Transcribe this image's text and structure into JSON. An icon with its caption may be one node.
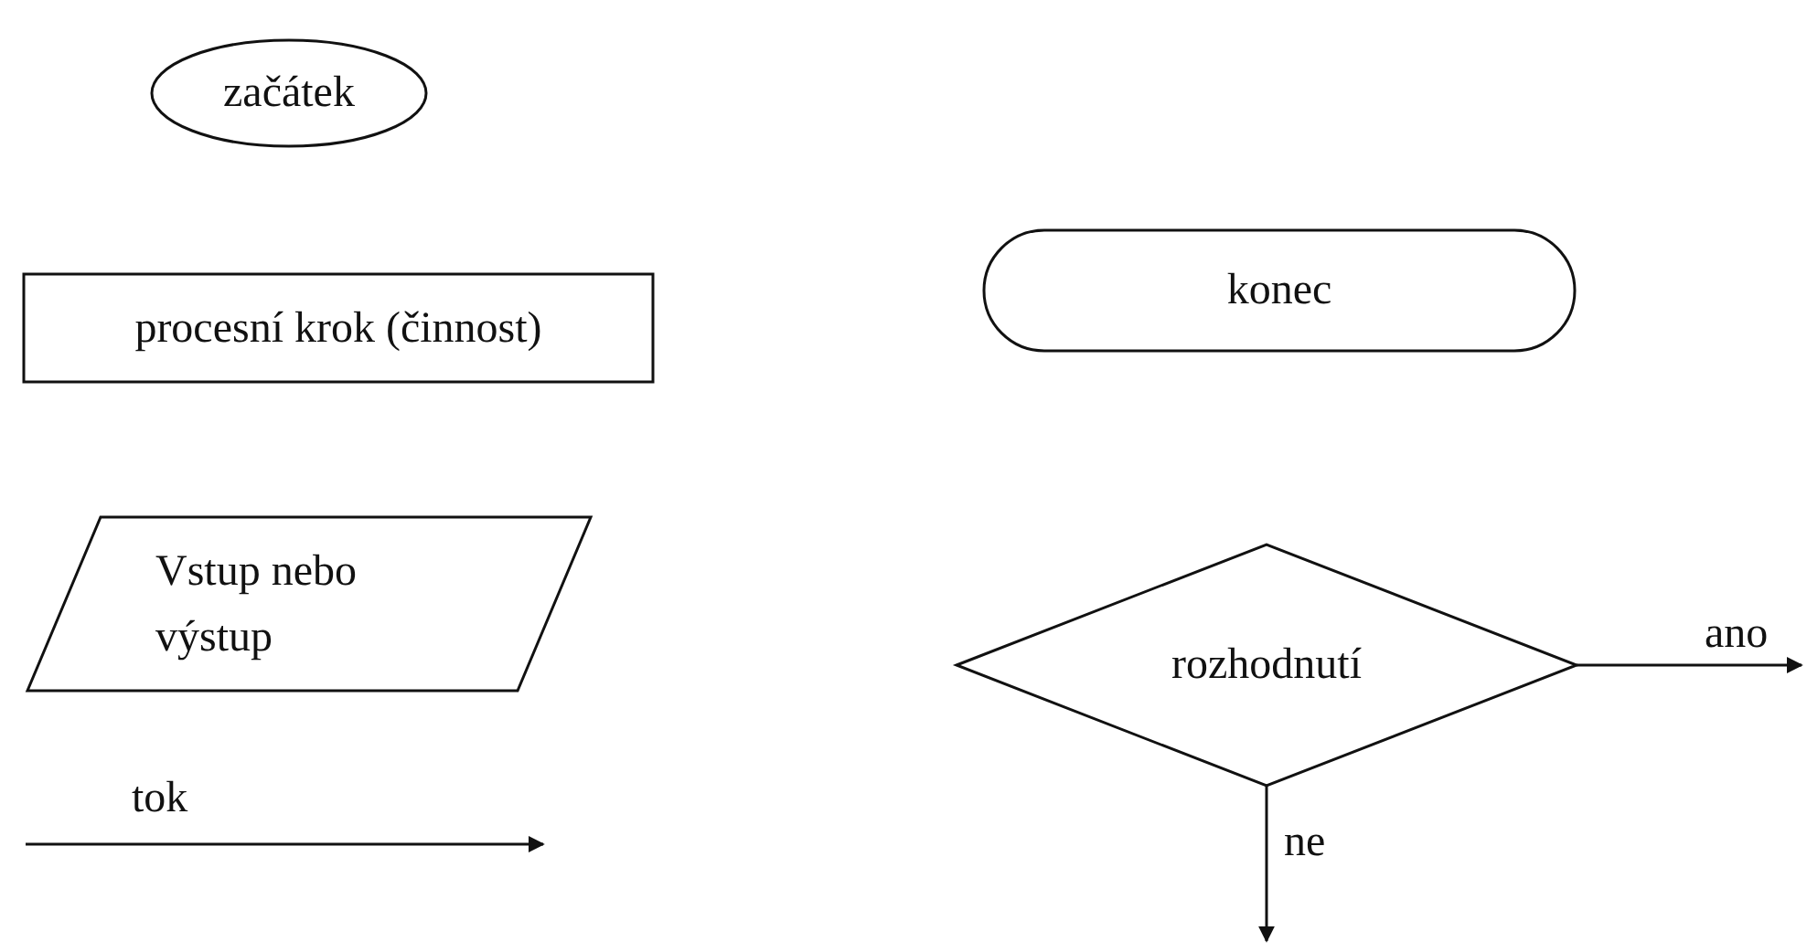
{
  "diagram": {
    "nodes": [
      {
        "text": [
          "začátek"
        ]
      },
      {
        "text": [
          "procesní krok (činnost)"
        ]
      },
      {
        "text": [
          "Vstup nebo výstup"
        ]
      },
      {
        "text": [
          "konec"
        ]
      },
      {
        "text": [
          "rozhodnutí"
        ]
      }
    ],
    "edges": [
      {
        "from": 4,
        "to": null,
        "arrow": "to",
        "label": "ano"
      },
      {
        "from": 4,
        "to": null,
        "arrow": "to",
        "label": "ne"
      }
    ],
    "labels": [
      "tok"
    ]
  }
}
